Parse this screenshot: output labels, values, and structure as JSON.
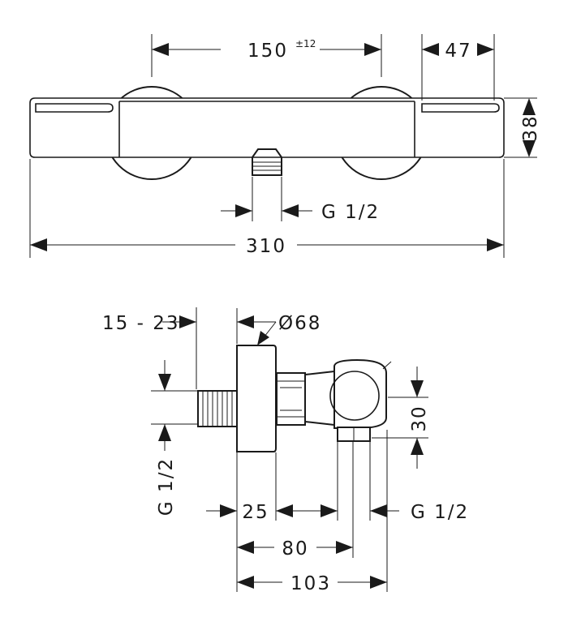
{
  "top_view": {
    "dim_center_distance": "150",
    "dim_center_tolerance": "±12",
    "dim_handle_width": "47",
    "dim_height": "38",
    "dim_outlet_thread": "G 1/2",
    "dim_total_width": "310"
  },
  "side_view": {
    "dim_wall_range": "15 - 23",
    "dim_diameter": "Ø68",
    "dim_inlet_thread": "G 1/2",
    "dim_wall_offset": "25",
    "dim_outlet_thread": "G 1/2",
    "dim_outlet_offset": "30",
    "dim_outlet_depth": "80",
    "dim_total_depth": "103"
  }
}
